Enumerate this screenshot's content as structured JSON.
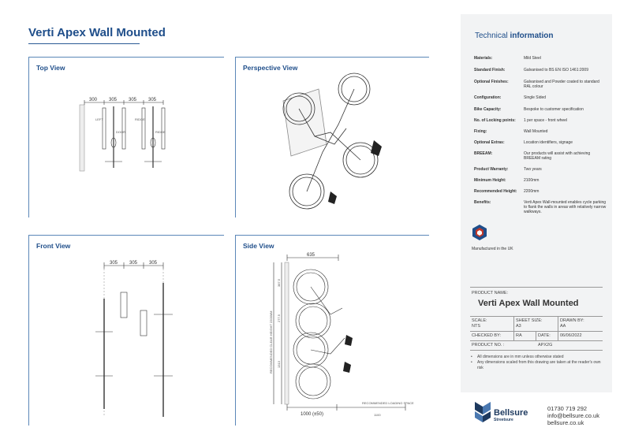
{
  "title": "Verti Apex Wall Mounted",
  "views": {
    "top": {
      "title": "Top View",
      "dims": [
        "300",
        "305",
        "305",
        "305"
      ],
      "labels": [
        "LEFT",
        "DOOR",
        "RIDGE",
        "RIDGE"
      ]
    },
    "perspective": {
      "title": "Perspective View"
    },
    "front": {
      "title": "Front View",
      "dims": [
        "305",
        "305",
        "305"
      ]
    },
    "side": {
      "title": "Side View",
      "top_dim": "635",
      "vert_label": "RECOMMENDED CLEAR HEIGHT 2200MM",
      "vert_dims": [
        "387.5",
        "277.5",
        "1313"
      ],
      "bottom_dim": "1000 (±50)",
      "loading_label": "RECOMMENDED LOADING SPACE",
      "loading_value": "1100"
    }
  },
  "sidebar": {
    "title_regular": "Technical ",
    "title_bold": "information",
    "specs": [
      {
        "key": "Materials:",
        "value": "Mild Steel"
      },
      {
        "key": "Standard Finish:",
        "value": "Galvanised to BS EN ISO 1461:2009"
      },
      {
        "key": "Optional Finishes:",
        "value": "Galvanised and Powder coated to standard RAL colour"
      },
      {
        "key": "Configuration:",
        "value": "Single Sided"
      },
      {
        "key": "Bike Capacity:",
        "value": "Bespoke to customer specification"
      },
      {
        "key": "No. of Locking points:",
        "value": "1 per space - front wheel"
      },
      {
        "key": "Fixing:",
        "value": "Wall Mounted"
      },
      {
        "key": "Optional Extras:",
        "value": "Location identifiers, signage"
      },
      {
        "key": "BREEAM:",
        "value": "Our products will assist with achieving BREEAM rating"
      },
      {
        "key": "Product Warranty:",
        "value": "Two years"
      },
      {
        "key": "Minimum Height:",
        "value": "2100mm"
      },
      {
        "key": "Recommended Height:",
        "value": "2200mm"
      },
      {
        "key": "Benefits:",
        "value": "Verti Apex Wall-mounted enables cycle parking to flank the walls in areas with relatively narrow walkways."
      }
    ],
    "manufactured": "Manufactured in the UK",
    "title_block": {
      "product_name_label": "PRODUCT NAME:",
      "product_name": "Verti Apex Wall Mounted",
      "scale_label": "SCALE:",
      "scale": "NTS",
      "sheet_label": "SHEET SIZE:",
      "sheet": "A3",
      "drawn_label": "DRAWN BY:",
      "drawn": "AA",
      "checked_label": "CHECKED BY:",
      "checked": "RA",
      "date_label": "DATE:",
      "date": "06/06/2022",
      "product_no_label": "PRODUCT NO. :",
      "product_no": "APX2G",
      "notes": [
        "All dimensions are in mm unless otherwise stated",
        "Any dimensions scaled from this drawing are taken at the reader's own risk"
      ]
    },
    "brand": "Bellsure",
    "brand_sub": "Streetsure",
    "contact": [
      "01730 719 292",
      "info@bellsure.co.uk",
      "bellsure.co.uk"
    ]
  }
}
